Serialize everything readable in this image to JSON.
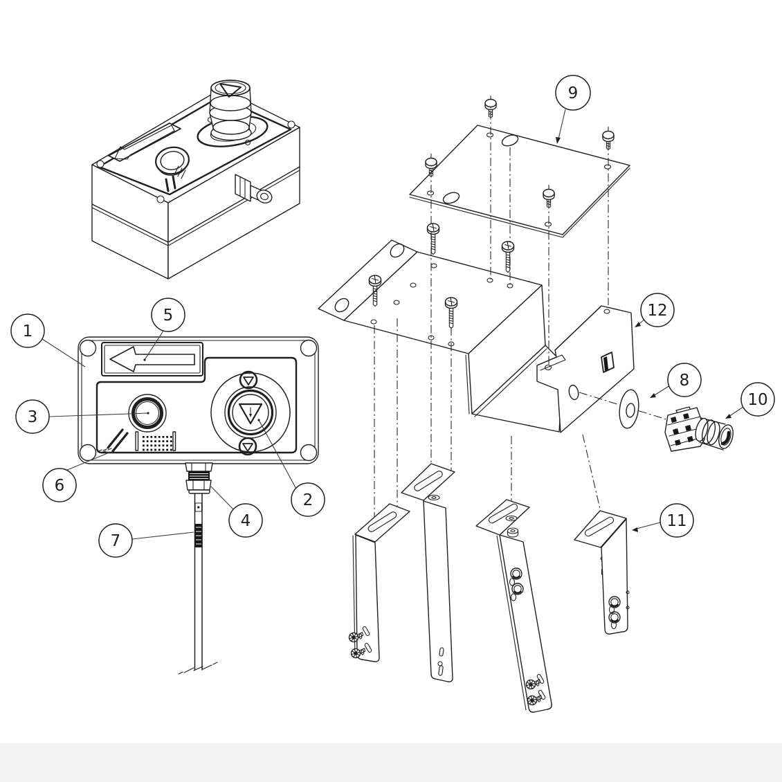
{
  "diagram": {
    "background_color": "#ffffff",
    "line_color": "#1f1f1f",
    "dash_line_color": "#2a2a2a",
    "footer_band_color": "#f2f2f2",
    "callouts": [
      {
        "label": "1"
      },
      {
        "label": "2"
      },
      {
        "label": "3"
      },
      {
        "label": "4"
      },
      {
        "label": "5"
      },
      {
        "label": "6"
      },
      {
        "label": "7"
      },
      {
        "label": "8"
      },
      {
        "label": "9"
      },
      {
        "label": "10"
      },
      {
        "label": "11"
      },
      {
        "label": "12"
      }
    ]
  }
}
